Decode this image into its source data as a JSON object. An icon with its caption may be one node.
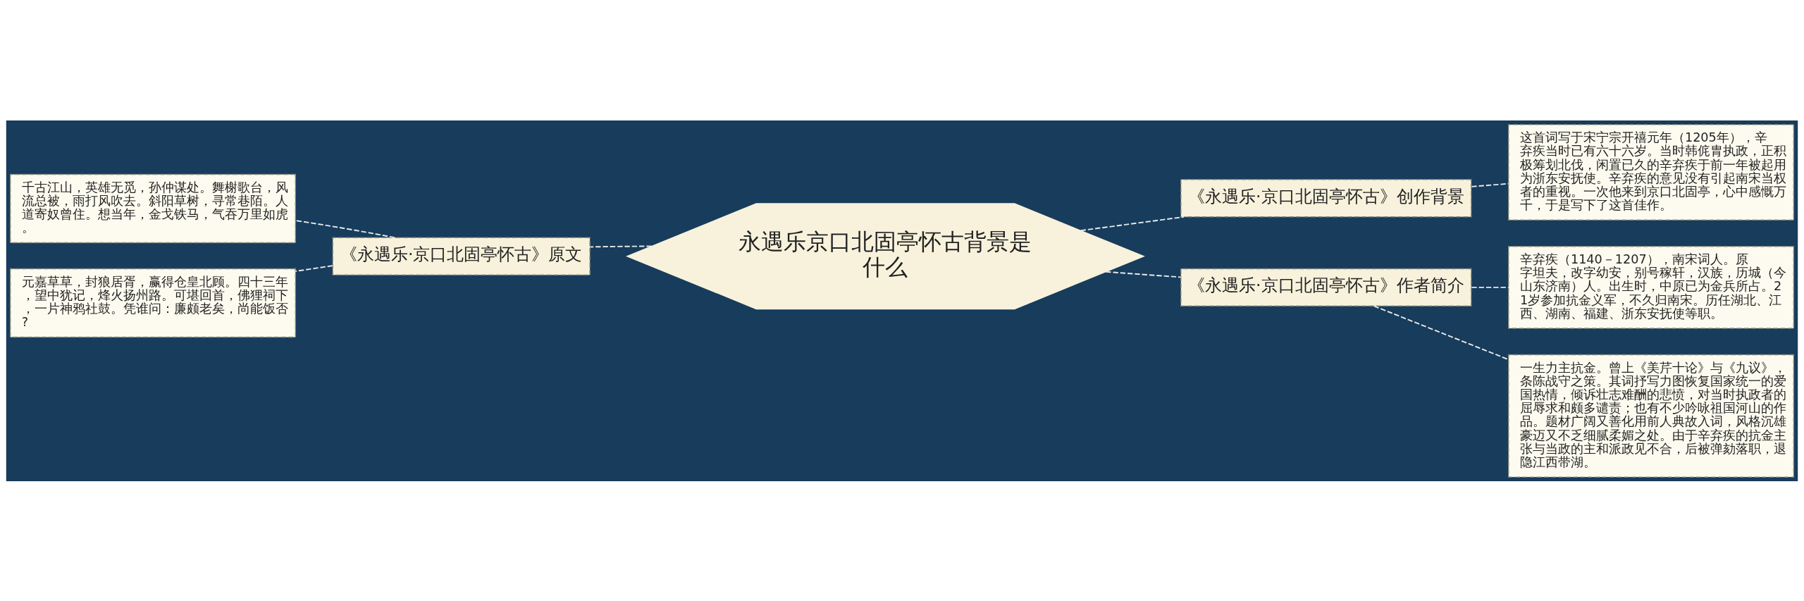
{
  "diagram": {
    "nodes": [
      {
        "text": [
          "永遇乐京口北固亭怀古背景是什么"
        ]
      },
      {
        "text": [
          "《永遇乐·京口北固亭怀古》原文"
        ]
      },
      {
        "text": [
          "千古江山，英雄无觅，孙仲谋处。舞榭歌台，风流总被，雨打风吹去。斜阳草树，寻常巷陌。人道寄奴曾住。想当年，金戈铁马，气吞万里如虎。"
        ]
      },
      {
        "text": [
          "元嘉草草，封狼居胥，赢得仓皇北顾。四十三年，望中犹记，烽火扬州路。可堪回首，佛狸祠下，一片神鸦社鼓。凭谁问：廉颇老矣，尚能饭否?"
        ]
      },
      {
        "text": [
          "《永遇乐·京口北固亭怀古》创作背景"
        ]
      },
      {
        "text": [
          "这首词写于宋宁宗开禧元年（1205年），辛弃疾当时已有六十六岁。当时韩侂胄执政，正积极筹划北伐，闲置已久的辛弃疾于前一年被起用为浙东安抚使。辛弃疾的意见没有引起南宋当权者的重视。一次他来到京口北固亭，心中感慨万千，于是写下了这首佳作。"
        ]
      },
      {
        "text": [
          "《永遇乐·京口北固亭怀古》作者简介"
        ]
      },
      {
        "text": [
          "辛弃疾（1140－1207），南宋词人。原字坦夫，改字幼安，别号稼轩，汉族，历城（今山东济南）人。出生时，中原已为金兵所占。21岁参加抗金义军，不久归南宋。历任湖北、江西、湖南、福建、浙东安抚使等职。"
        ]
      },
      {
        "text": [
          "一生力主抗金。曾上《美芹十论》与《九议》，条陈战守之策。其词抒写力图恢复国家统一的爱国热情，倾诉壮志难酬的悲愤，对当时执政者的屈辱求和颇多谴责；也有不少吟咏祖国河山的作品。题材广阔又善化用前人典故入词，风格沉雄豪迈又不乏细腻柔媚之处。由于辛弃疾的抗金主张与当政的主和派政见不合，后被弹劾落职，退隐江西带湖。"
        ]
      }
    ],
    "edges": [
      {
        "from": 0,
        "to": 1,
        "arrow": "none",
        "style": "dashed"
      },
      {
        "from": 1,
        "to": 2,
        "arrow": "none",
        "style": "dashed"
      },
      {
        "from": 1,
        "to": 3,
        "arrow": "none",
        "style": "dashed"
      },
      {
        "from": 0,
        "to": 4,
        "arrow": "none",
        "style": "dashed"
      },
      {
        "from": 4,
        "to": 5,
        "arrow": "none",
        "style": "dashed"
      },
      {
        "from": 0,
        "to": 6,
        "arrow": "none",
        "style": "dashed"
      },
      {
        "from": 6,
        "to": 7,
        "arrow": "none",
        "style": "dashed"
      },
      {
        "from": 6,
        "to": 8,
        "arrow": "none",
        "style": "dashed"
      }
    ]
  }
}
